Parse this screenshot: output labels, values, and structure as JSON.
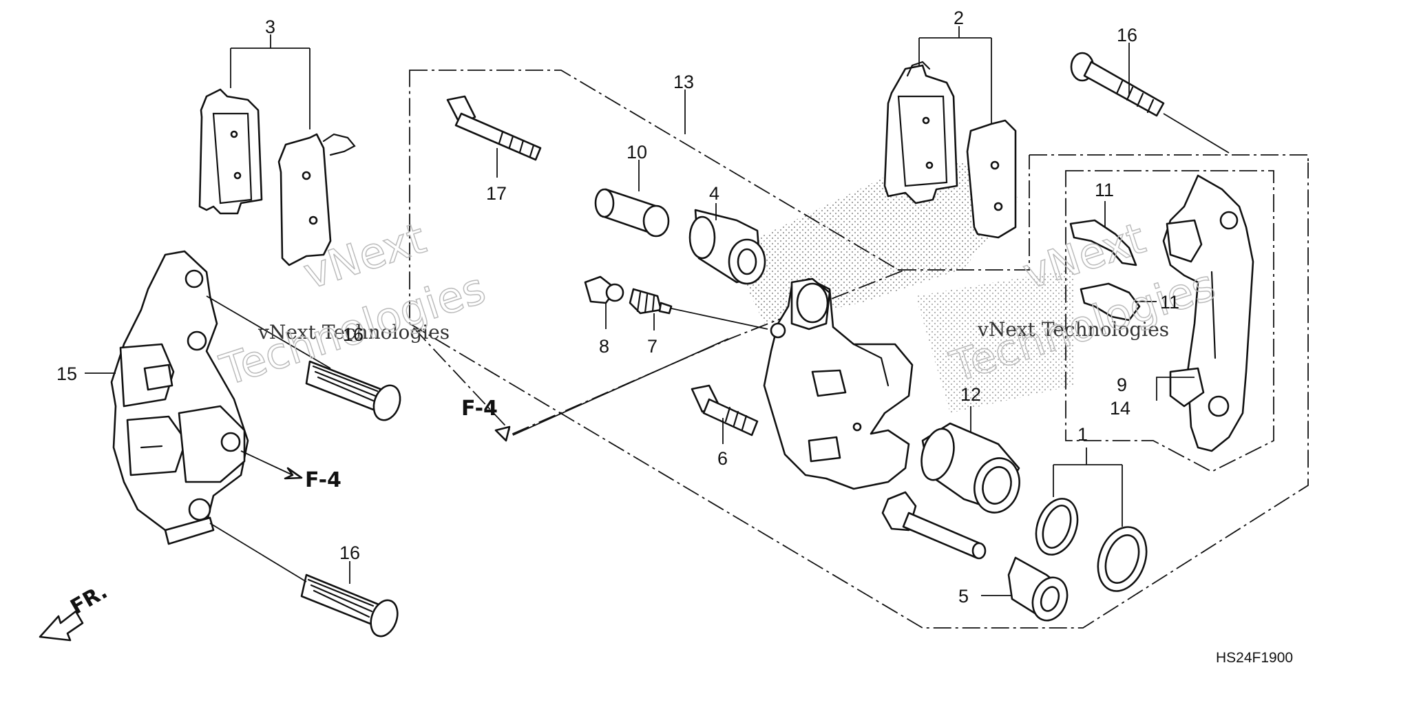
{
  "diagram": {
    "drawing_code": "HS24F1900",
    "direction_label": "FR.",
    "reference_label": "F-4",
    "watermark": {
      "line1": "vNext Technologies",
      "big_line1": "vNext",
      "big_line2": "Technologies"
    },
    "callouts": {
      "c1": "1",
      "c2": "2",
      "c3": "3",
      "c4": "4",
      "c5": "5",
      "c6": "6",
      "c7": "7",
      "c8": "8",
      "c9": "9",
      "c10": "10",
      "c11a": "11",
      "c11b": "11",
      "c12": "12",
      "c13": "13",
      "c14": "14",
      "c15": "15",
      "c16a": "16",
      "c16b": "16",
      "c16c": "16",
      "c17": "17"
    }
  }
}
